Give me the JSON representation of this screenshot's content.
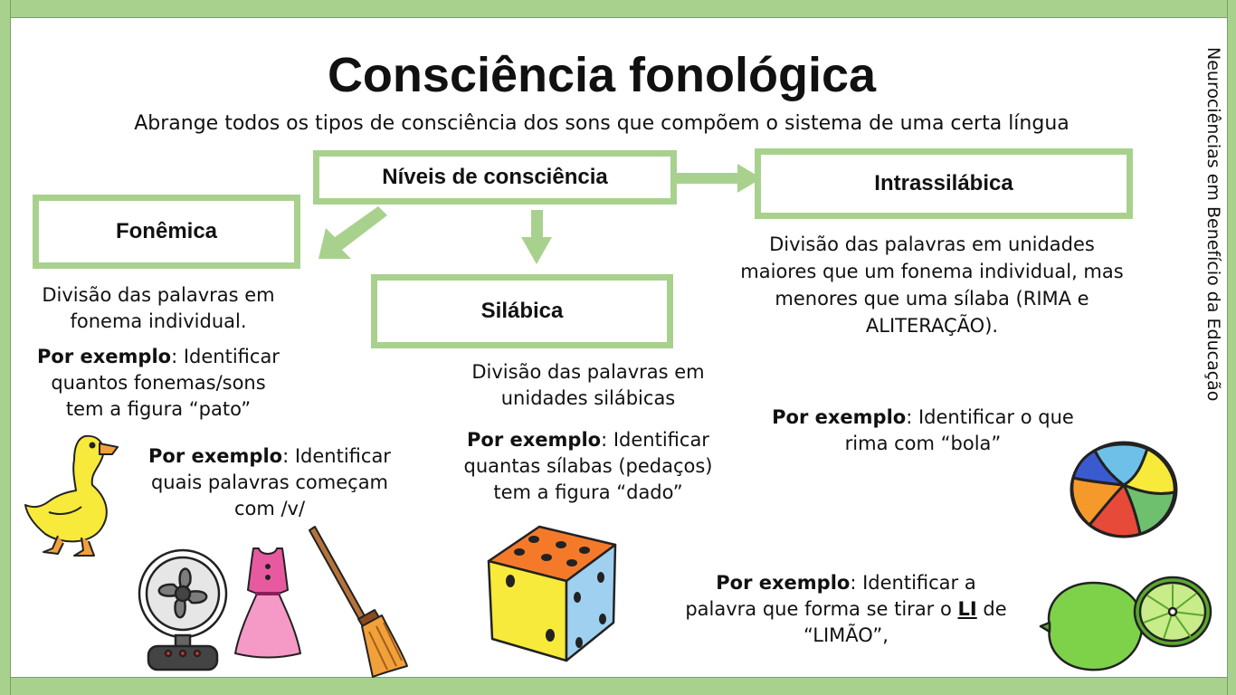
{
  "title": "Consciência fonológica",
  "subtitle": "Abrange todos os tipos de consciência dos sons que compõem o sistema de uma certa língua",
  "side_label": "Neurociências em Benefício da Educação",
  "levels_box": "Níveis de consciência",
  "fonemica": {
    "label": "Fonêmica",
    "desc_line1": "Divisão das palavras em",
    "desc_line2": "fonema individual.",
    "ex1_bold": "Por exemplo",
    "ex1_line1": ": Identificar",
    "ex1_line2": "quantos fonemas/sons",
    "ex1_line3": "tem a figura “pato”",
    "ex2_bold": "Por exemplo",
    "ex2_line1": ": Identificar",
    "ex2_line2": "quais palavras começam",
    "ex2_line3": "com /v/"
  },
  "silabica": {
    "label": "Silábica",
    "desc_line1": "Divisão das palavras em",
    "desc_line2": "unidades silábicas",
    "ex_bold": "Por exemplo",
    "ex_line1": ": Identificar",
    "ex_line2": "quantas sílabas (pedaços)",
    "ex_line3": "tem a figura “dado”"
  },
  "intrassilabica": {
    "label": "Intrassilábica",
    "desc_line1": "Divisão das palavras em unidades",
    "desc_line2": "maiores que um fonema individual,  mas",
    "desc_line3": "menores que uma sílaba (RIMA e",
    "desc_line4": "ALITERAÇÃO).",
    "ex1_bold": "Por exemplo",
    "ex1_line1": ": Identificar o que",
    "ex1_line2": "rima com “bola”",
    "ex2_bold": "Por exemplo",
    "ex2_line1": ": Identificar a",
    "ex2_line2a": "palavra que forma se tirar o ",
    "ex2_line2u": "LI",
    "ex2_line2b": " de",
    "ex2_line3": "“LIMÃO”,"
  },
  "colors": {
    "accent": "#a9d18e",
    "arrow": "#a9d18e",
    "text": "#111111"
  },
  "illustrations": [
    "duck",
    "fan",
    "dress",
    "broom",
    "dice",
    "ball",
    "lime"
  ]
}
